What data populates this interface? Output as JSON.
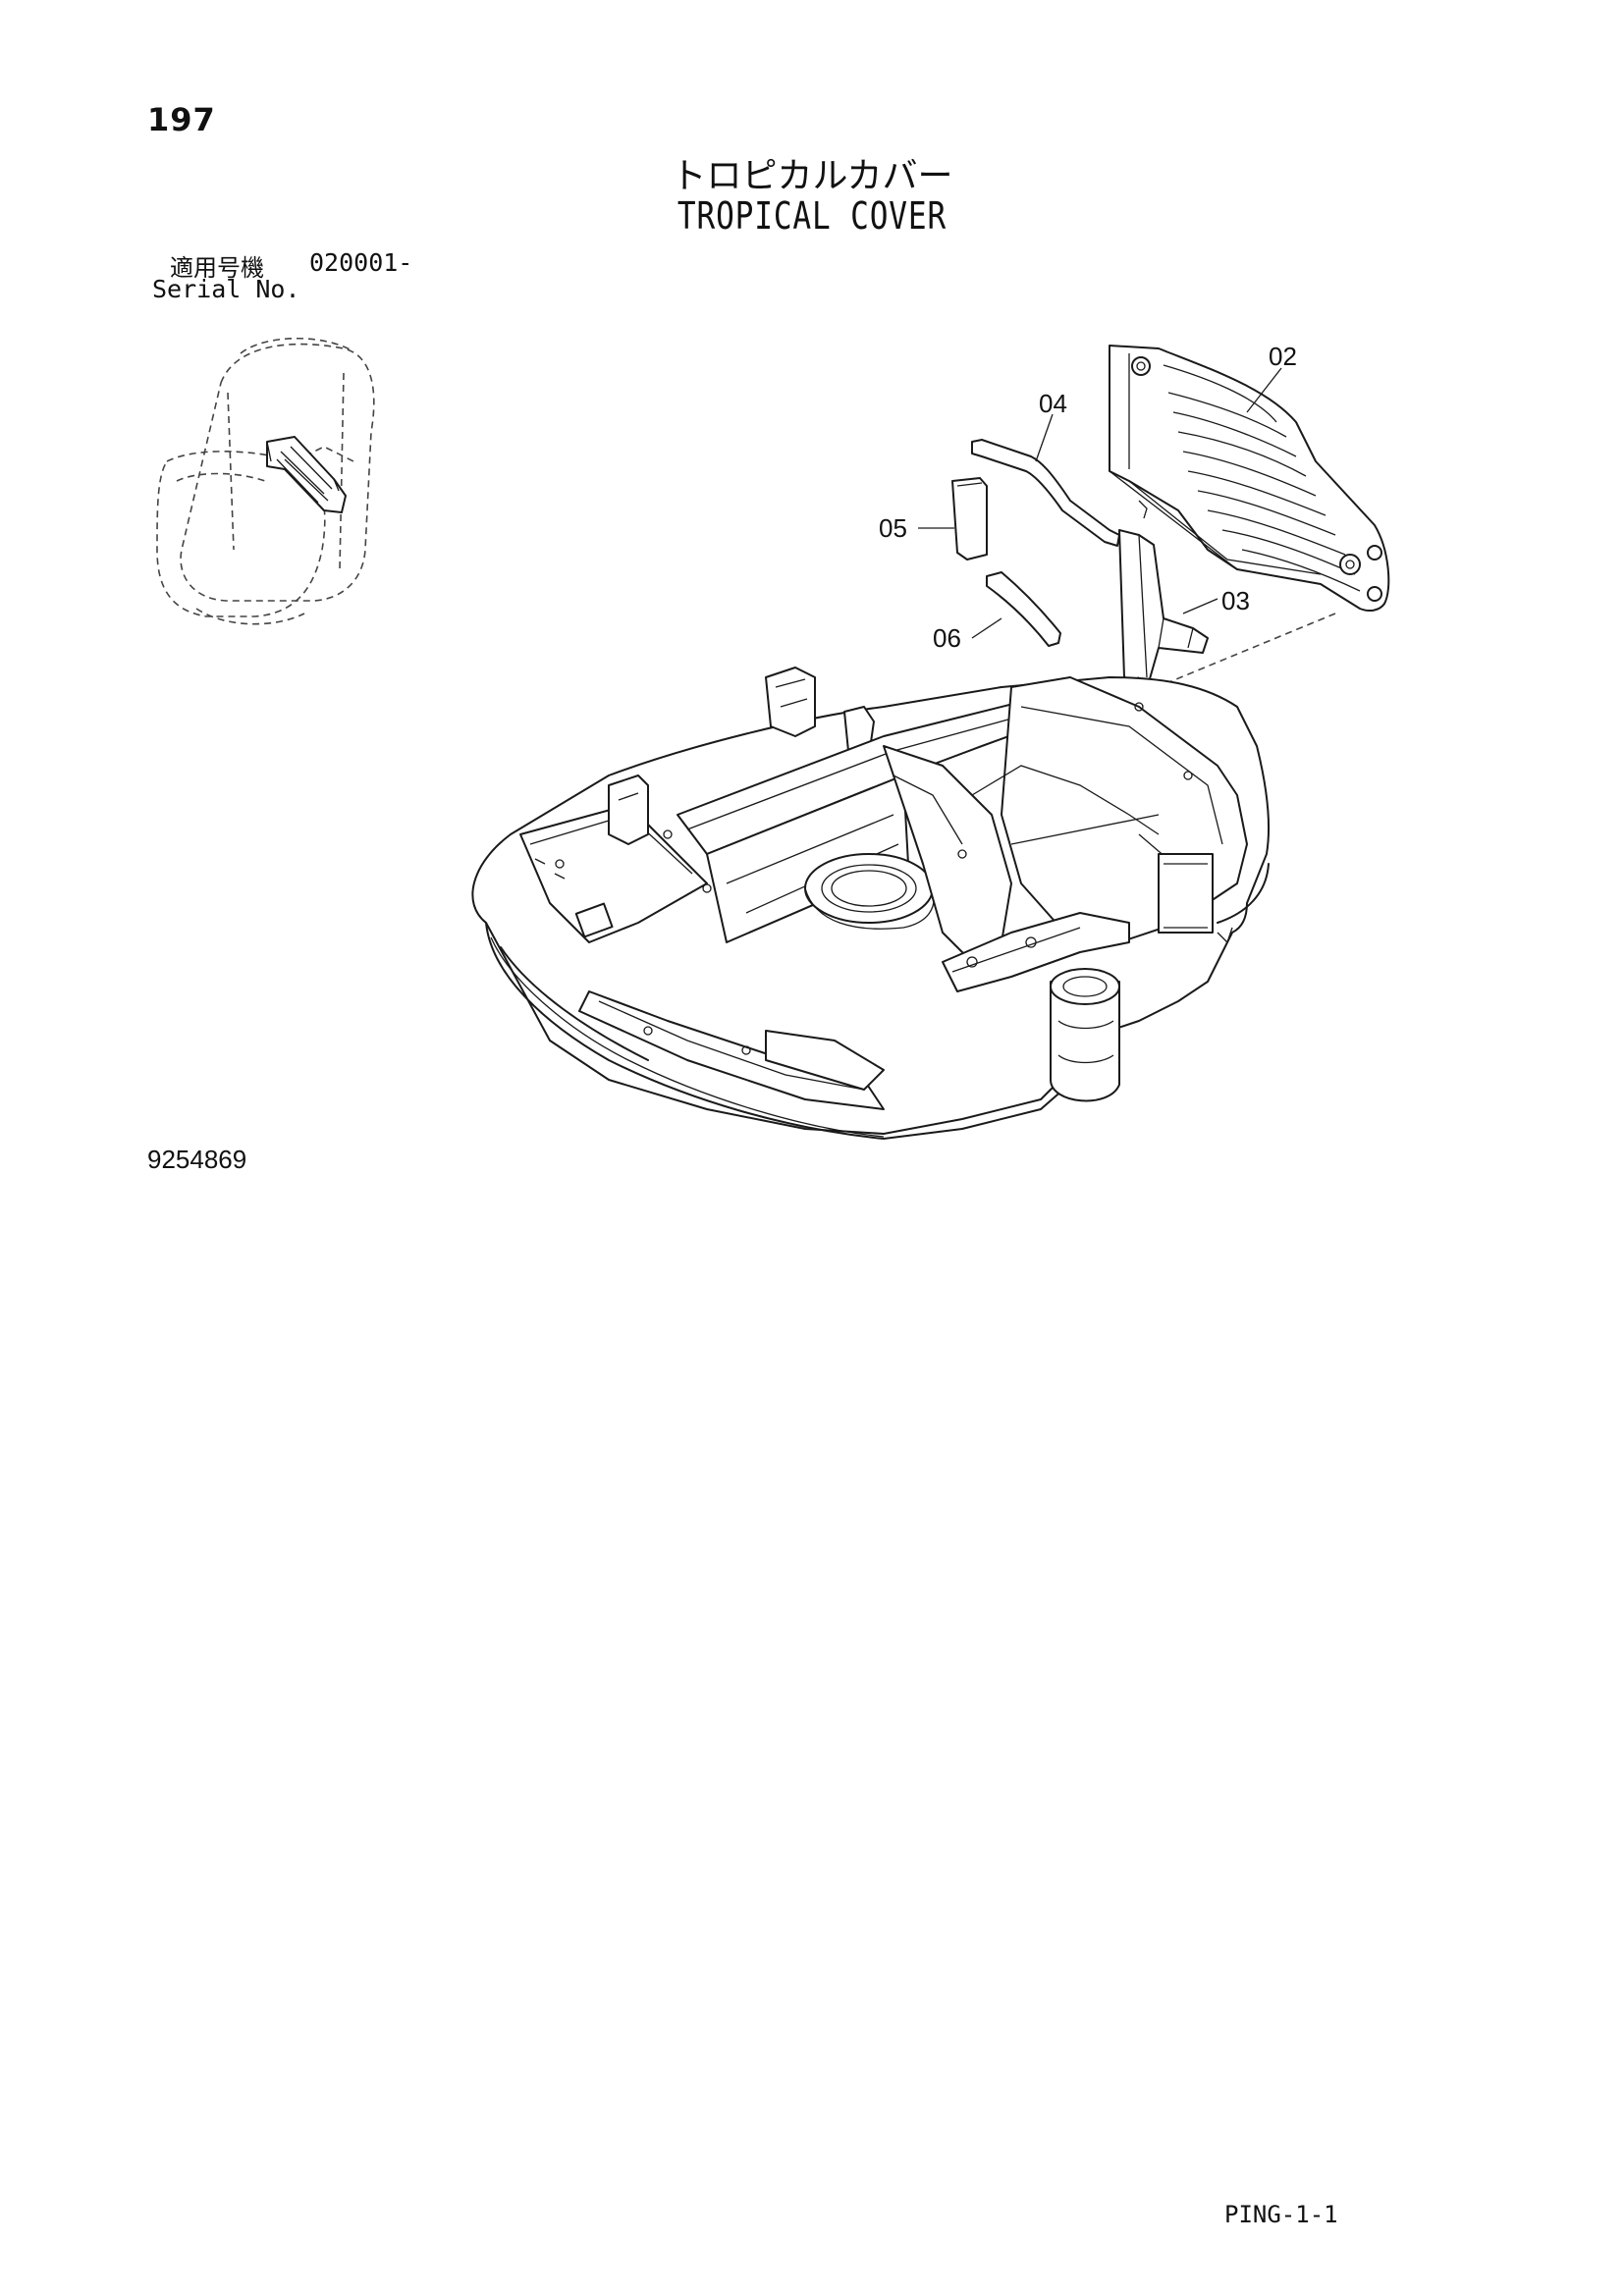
{
  "page": {
    "number": "197",
    "title_jp": "トロピカルカバー",
    "title_en": "TROPICAL COVER",
    "serial_label_jp": "適用号機",
    "serial_value": "020001-",
    "serial_label_en": "Serial No.",
    "drawing_number": "9254869",
    "page_code": "PING-1-1"
  },
  "diagram": {
    "callouts": [
      {
        "id": "02",
        "label": "02"
      },
      {
        "id": "04",
        "label": "04"
      },
      {
        "id": "05",
        "label": "05"
      },
      {
        "id": "03",
        "label": "03"
      },
      {
        "id": "06",
        "label": "06"
      }
    ],
    "icons": [
      "machine-location-thumbnail",
      "upper-frame-drawing",
      "tropical-cover-part"
    ]
  }
}
